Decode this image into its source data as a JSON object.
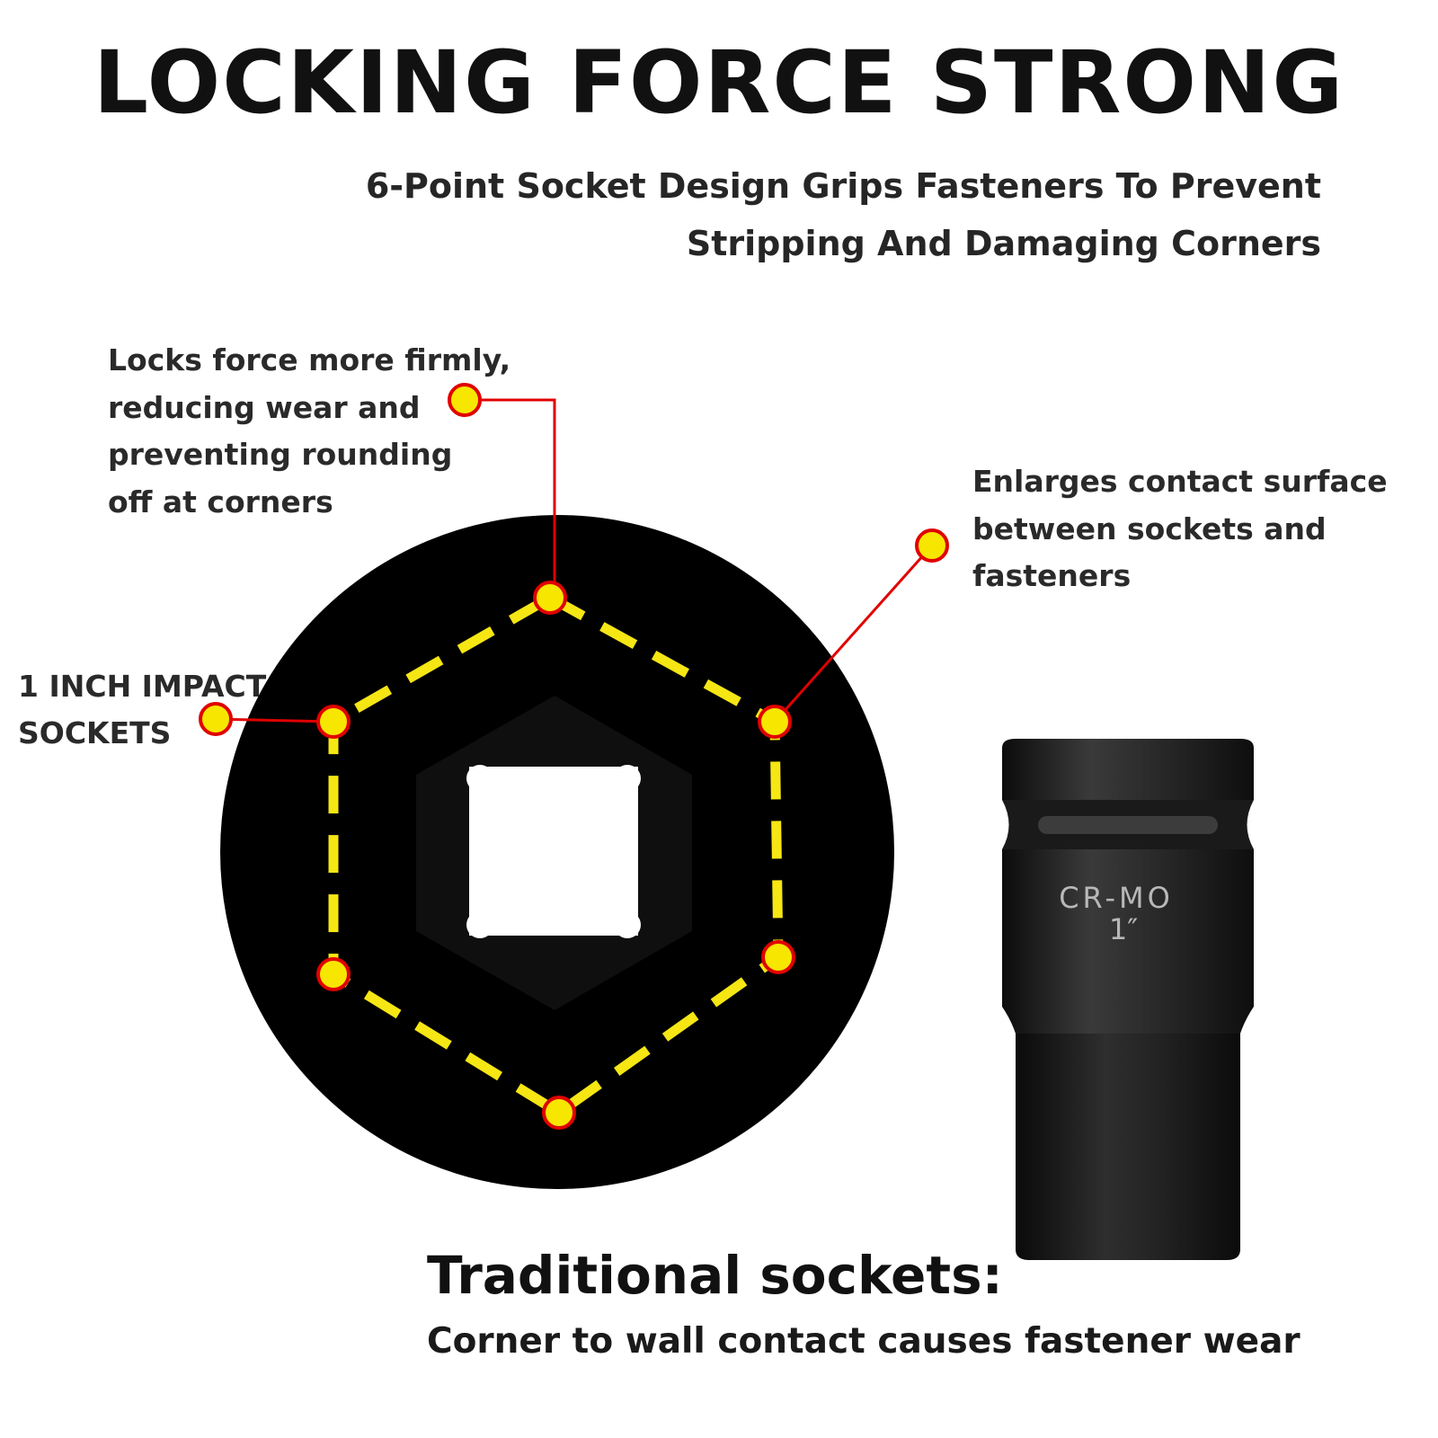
{
  "headline": "LOCKING FORCE STRONG",
  "subtitle": "6-Point Socket Design Grips Fasteners To Prevent\nStripping And Damaging Corners",
  "callouts": {
    "top": "Locks force more firmly,\nreducing wear and\npreventing rounding\noff at corners",
    "right": "Enlarges contact surface\nbetween sockets and\nfasteners",
    "left": "1 INCH IMPACT\nSOCKETS"
  },
  "socket_label": {
    "material": "CR-MO",
    "size": "1″"
  },
  "traditional": {
    "heading": "Traditional sockets:",
    "description": "Corner to wall contact causes fastener wear"
  },
  "colors": {
    "socket_black": "#000000",
    "dash_yellow": "#f5e614",
    "marker_yellow": "#f7e600",
    "marker_red": "#e00000",
    "leader_red": "#e00000"
  },
  "icons": {
    "markers": "yellow-dot-with-red-ring",
    "drive_hole": "square-drive-hole"
  }
}
